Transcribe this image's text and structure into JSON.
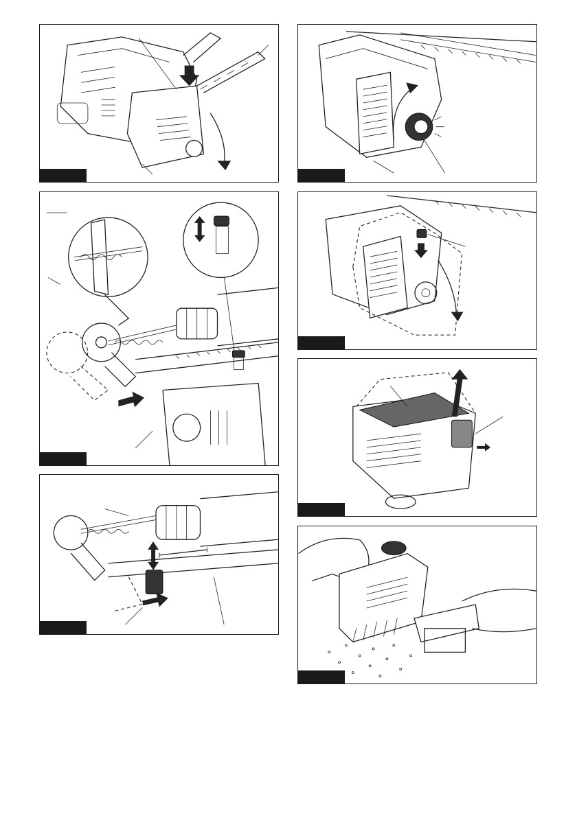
{
  "figures": [
    {
      "id": "fig-1",
      "label": ""
    },
    {
      "id": "fig-2",
      "label": ""
    },
    {
      "id": "fig-3",
      "label": ""
    },
    {
      "id": "fig-4",
      "label": ""
    },
    {
      "id": "fig-5",
      "label": ""
    },
    {
      "id": "fig-6",
      "label": ""
    },
    {
      "id": "fig-7",
      "label": ""
    },
    {
      "id": "fig-8",
      "label": ""
    }
  ],
  "icons": {
    "down-arrow": "arrow-down-icon",
    "rotate-arrow": "curved-arrow-icon",
    "double-arrow": "up-down-arrow-icon",
    "push-arrow": "arrow-right-icon"
  }
}
